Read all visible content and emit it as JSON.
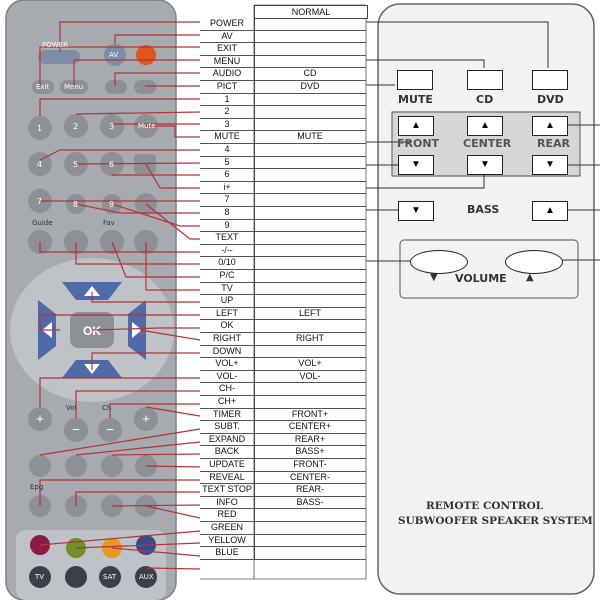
{
  "header": {
    "col2": "NORMAL"
  },
  "mapping": [
    {
      "key": "POWER",
      "value": ""
    },
    {
      "key": "AV",
      "value": ""
    },
    {
      "key": "EXIT",
      "value": ""
    },
    {
      "key": "MENU",
      "value": ""
    },
    {
      "key": "AUDIO",
      "value": "CD"
    },
    {
      "key": "PICT",
      "value": "DVD"
    },
    {
      "key": "1",
      "value": ""
    },
    {
      "key": "2",
      "value": ""
    },
    {
      "key": "3",
      "value": ""
    },
    {
      "key": "MUTE",
      "value": "MUTE"
    },
    {
      "key": "4",
      "value": ""
    },
    {
      "key": "5",
      "value": ""
    },
    {
      "key": "6",
      "value": ""
    },
    {
      "key": "i+",
      "value": ""
    },
    {
      "key": "7",
      "value": ""
    },
    {
      "key": "8",
      "value": ""
    },
    {
      "key": "9",
      "value": ""
    },
    {
      "key": "TEXT",
      "value": ""
    },
    {
      "key": "-/--",
      "value": ""
    },
    {
      "key": "0/10",
      "value": ""
    },
    {
      "key": "P/C",
      "value": ""
    },
    {
      "key": "TV",
      "value": ""
    },
    {
      "key": "UP",
      "value": ""
    },
    {
      "key": "LEFT",
      "value": "LEFT"
    },
    {
      "key": "OK",
      "value": ""
    },
    {
      "key": "RIGHT",
      "value": "RIGHT"
    },
    {
      "key": "DOWN",
      "value": ""
    },
    {
      "key": "VOL+",
      "value": "VOL+"
    },
    {
      "key": "VOL-",
      "value": "VOL-"
    },
    {
      "key": "CH-",
      "value": ""
    },
    {
      "key": "CH+",
      "value": ""
    },
    {
      "key": "TIMER",
      "value": "FRONT+"
    },
    {
      "key": "SUBT.",
      "value": "CENTER+"
    },
    {
      "key": "EXPAND",
      "value": "REAR+"
    },
    {
      "key": "BACK",
      "value": "BASS+"
    },
    {
      "key": "UPDATE",
      "value": "FRONT-"
    },
    {
      "key": "REVEAL",
      "value": "CENTER-"
    },
    {
      "key": "TEXT STOP",
      "value": "REAR-"
    },
    {
      "key": "INFO",
      "value": "BASS-"
    },
    {
      "key": "RED",
      "value": ""
    },
    {
      "key": "GREEN",
      "value": ""
    },
    {
      "key": "YELLOW",
      "value": ""
    },
    {
      "key": "BLUE",
      "value": ""
    }
  ],
  "left_remote": {
    "power_label": "POWER",
    "key_labels": [
      "AV",
      "Exit",
      "Menu",
      "1",
      "2",
      "3",
      "Mute",
      "4",
      "5",
      "6",
      "7",
      "8",
      "9",
      "Guide",
      "Fav",
      "OK",
      "Vol",
      "Ch",
      "Epg",
      "TV",
      "SAT",
      "AUX"
    ],
    "colors": {
      "body": "#a7aaae",
      "button": "#8d9095",
      "nav": "#4f6aa6",
      "red": "#e2541d",
      "line": "#b4343a"
    }
  },
  "right_remote": {
    "top_labels": [
      "MUTE",
      "CD",
      "DVD"
    ],
    "mid_labels": [
      "FRONT",
      "CENTER",
      "REAR"
    ],
    "bass_label": "BASS",
    "volume_label": "VOLUME",
    "caption_line1": "REMOTE CONTROL",
    "caption_line2": "SUBWOOFER SPEAKER SYSTEM"
  }
}
